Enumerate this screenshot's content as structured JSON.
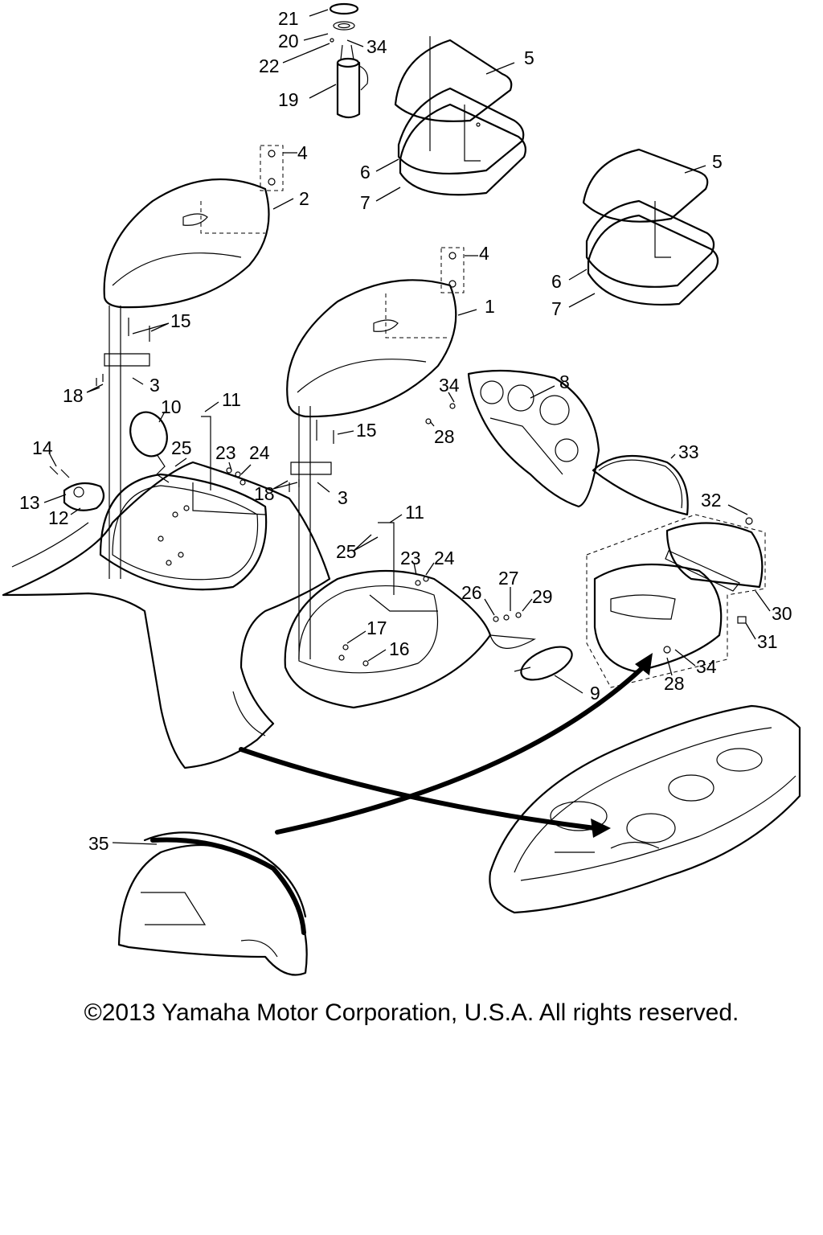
{
  "diagram": {
    "callouts": [
      {
        "id": "21",
        "label": "21"
      },
      {
        "id": "20",
        "label": "20"
      },
      {
        "id": "34a",
        "label": "34"
      },
      {
        "id": "22",
        "label": "22"
      },
      {
        "id": "5a",
        "label": "5"
      },
      {
        "id": "19",
        "label": "19"
      },
      {
        "id": "4a",
        "label": "4"
      },
      {
        "id": "6a",
        "label": "6"
      },
      {
        "id": "2",
        "label": "2"
      },
      {
        "id": "7a",
        "label": "7"
      },
      {
        "id": "5b",
        "label": "5"
      },
      {
        "id": "4b",
        "label": "4"
      },
      {
        "id": "6b",
        "label": "6"
      },
      {
        "id": "1",
        "label": "1"
      },
      {
        "id": "7b",
        "label": "7"
      },
      {
        "id": "15a",
        "label": "15"
      },
      {
        "id": "3a",
        "label": "3"
      },
      {
        "id": "34b",
        "label": "34"
      },
      {
        "id": "8",
        "label": "8"
      },
      {
        "id": "18a",
        "label": "18"
      },
      {
        "id": "10",
        "label": "10"
      },
      {
        "id": "11a",
        "label": "11"
      },
      {
        "id": "15b",
        "label": "15"
      },
      {
        "id": "28a",
        "label": "28"
      },
      {
        "id": "14",
        "label": "14"
      },
      {
        "id": "25a",
        "label": "25"
      },
      {
        "id": "23a",
        "label": "23"
      },
      {
        "id": "24a",
        "label": "24"
      },
      {
        "id": "33",
        "label": "33"
      },
      {
        "id": "18b",
        "label": "18"
      },
      {
        "id": "13",
        "label": "13"
      },
      {
        "id": "3b",
        "label": "3"
      },
      {
        "id": "12",
        "label": "12"
      },
      {
        "id": "32",
        "label": "32"
      },
      {
        "id": "11b",
        "label": "11"
      },
      {
        "id": "25b",
        "label": "25"
      },
      {
        "id": "23b",
        "label": "23"
      },
      {
        "id": "24b",
        "label": "24"
      },
      {
        "id": "27",
        "label": "27"
      },
      {
        "id": "26",
        "label": "26"
      },
      {
        "id": "29",
        "label": "29"
      },
      {
        "id": "30",
        "label": "30"
      },
      {
        "id": "17",
        "label": "17"
      },
      {
        "id": "31",
        "label": "31"
      },
      {
        "id": "16",
        "label": "16"
      },
      {
        "id": "34c",
        "label": "34"
      },
      {
        "id": "28b",
        "label": "28"
      },
      {
        "id": "9",
        "label": "9"
      },
      {
        "id": "35",
        "label": "35"
      }
    ]
  },
  "footer": {
    "copyright": "©2013 Yamaha Motor Corporation, U.S.A. All rights reserved."
  }
}
